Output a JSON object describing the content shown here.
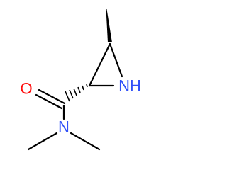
{
  "molecule": {
    "atoms": {
      "oxygen": "O",
      "ring_nitrogen": "NH",
      "amide_nitrogen": "N"
    },
    "colors": {
      "oxygen": "#ff0d0d",
      "nitrogen": "#3050f8",
      "bond": "#000000",
      "background": "#ffffff"
    }
  }
}
